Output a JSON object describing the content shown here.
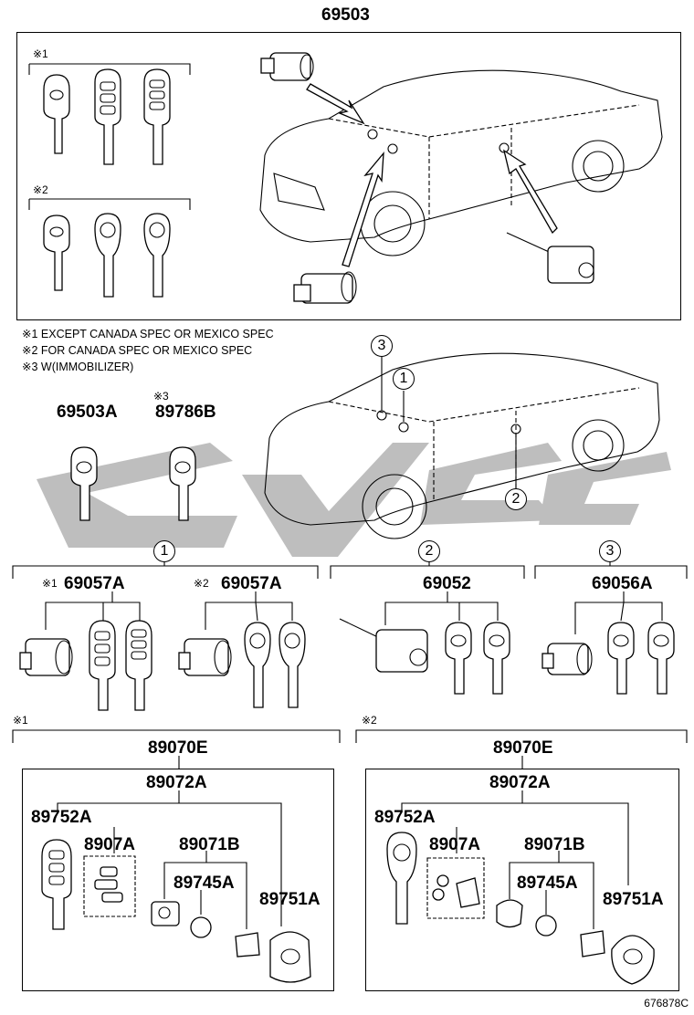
{
  "main_assembly": {
    "part_no": "69503"
  },
  "notes": [
    "※1 EXCEPT CANADA SPEC OR MEXICO SPEC",
    "※2 FOR CANADA SPEC OR MEXICO SPEC",
    "※3 W(IMMOBILIZER)"
  ],
  "marks": {
    "m1": "※1",
    "m2": "※2",
    "m3": "※3"
  },
  "keys_top": {
    "part_a": "69503A",
    "part_b": "89786B",
    "part_b_mark": "※3"
  },
  "callouts": {
    "c1": "1",
    "c2": "2",
    "c3": "3"
  },
  "group1": {
    "circle": "1",
    "left_mark": "※1",
    "left_part": "69057A",
    "right_mark": "※2",
    "right_part": "69057A"
  },
  "group2": {
    "circle": "2",
    "part": "69052"
  },
  "group3": {
    "circle": "3",
    "part": "69056A"
  },
  "bottom_left": {
    "mark": "※1",
    "assembly": "89070E",
    "sub": "89072A",
    "p1": "89752A",
    "p2": "8907A",
    "p3": "89071B",
    "p4": "89745A",
    "p5": "89751A"
  },
  "bottom_right": {
    "mark": "※2",
    "assembly": "89070E",
    "sub": "89072A",
    "p1": "89752A",
    "p2": "8907A",
    "p3": "89071B",
    "p4": "89745A",
    "p5": "89751A"
  },
  "figure_code": "676878C",
  "watermark_color": "#b3b3b3"
}
